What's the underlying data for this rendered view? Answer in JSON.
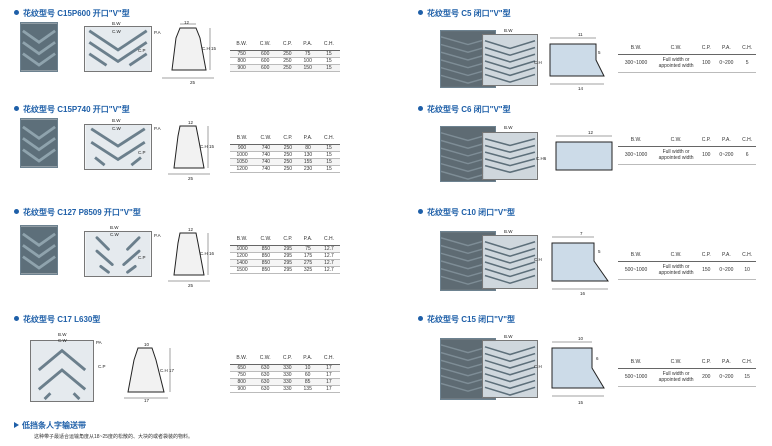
{
  "left_sections": [
    {
      "title": "花纹型号 C15P600  开口\"V\"型",
      "profile": {
        "top": "12",
        "height": "C.H  15",
        "bottom": "25"
      },
      "drawing_labels": [
        "B.W",
        "C.W",
        "P.A",
        "C.P"
      ],
      "headers": [
        "B.W.",
        "C.W.",
        "C.P.",
        "P.A.",
        "C.H."
      ],
      "rows": [
        [
          "750",
          "600",
          "250",
          "75",
          "15"
        ],
        [
          "800",
          "600",
          "250",
          "100",
          "15"
        ],
        [
          "900",
          "600",
          "250",
          "150",
          "15"
        ]
      ]
    },
    {
      "title": "花纹型号 C15P740  开口\"V\"型",
      "profile": {
        "top": "12",
        "height": "C.H  15",
        "bottom": "25"
      },
      "drawing_labels": [
        "B.W",
        "C.W",
        "P.A",
        "C.P"
      ],
      "headers": [
        "B.W.",
        "C.W.",
        "C.P.",
        "P.A.",
        "C.H."
      ],
      "rows": [
        [
          "900",
          "740",
          "250",
          "80",
          "15"
        ],
        [
          "1000",
          "740",
          "250",
          "130",
          "15"
        ],
        [
          "1050",
          "740",
          "250",
          "155",
          "15"
        ],
        [
          "1200",
          "740",
          "250",
          "230",
          "15"
        ]
      ]
    },
    {
      "title": "花纹型号 C127 P8509 开口\"V\"型",
      "profile": {
        "top": "12",
        "height": "C.H  16",
        "bottom": "25"
      },
      "drawing_labels": [
        "B.W",
        "C.W",
        "P.A",
        "C.P"
      ],
      "headers": [
        "B.W.",
        "C.W.",
        "C.P.",
        "P.A.",
        "C.H."
      ],
      "rows": [
        [
          "1000",
          "850",
          "295",
          "75",
          "12.7"
        ],
        [
          "1200",
          "850",
          "295",
          "175",
          "12.7"
        ],
        [
          "1400",
          "850",
          "295",
          "275",
          "12.7"
        ],
        [
          "1500",
          "850",
          "295",
          "325",
          "12.7"
        ]
      ]
    },
    {
      "title": "花纹型号 C17 L630型",
      "profile": {
        "top": "10",
        "height": "C.H  17",
        "bottom": "17"
      },
      "drawing_labels": [
        "B.W",
        "C.W",
        "PA",
        "C.P"
      ],
      "headers": [
        "B.W.",
        "C.W.",
        "C.P.",
        "P.A.",
        "C.H."
      ],
      "rows": [
        [
          "650",
          "630",
          "330",
          "10",
          "17"
        ],
        [
          "750",
          "630",
          "330",
          "60",
          "17"
        ],
        [
          "800",
          "630",
          "330",
          "85",
          "17"
        ],
        [
          "900",
          "630",
          "330",
          "135",
          "17"
        ]
      ]
    }
  ],
  "right_sections": [
    {
      "title": "花纹型号  C5 闭口\"V\"型",
      "dims": {
        "top": "11",
        "side": "C.H",
        "small": "5",
        "bottom": "14"
      },
      "drawing_label": "B.W",
      "headers": [
        "B.W.",
        "C.W.",
        "C.P.",
        "P.A.",
        "C.H."
      ],
      "row": [
        "300~1000",
        "Full width or appointed width",
        "100",
        "0~200",
        "5"
      ]
    },
    {
      "title": "花纹型号  C6 闭口\"V\"型",
      "dims": {
        "top": "12",
        "side": "C.H6",
        "small": "",
        "bottom": ""
      },
      "drawing_label": "B.W",
      "headers": [
        "B.W.",
        "C.W.",
        "C.P.",
        "P.A.",
        "C.H."
      ],
      "row": [
        "300~1000",
        "Full width or appointed width",
        "100",
        "0~200",
        "6"
      ]
    },
    {
      "title": "花纹型号  C10 闭口\"V\"型",
      "dims": {
        "top": "7",
        "side": "C.H",
        "small": "5",
        "bottom": "16"
      },
      "drawing_label": "B.W",
      "headers": [
        "B.W.",
        "C.W.",
        "C.P.",
        "P.A.",
        "C.H."
      ],
      "row": [
        "500~1000",
        "Full width or appointed width",
        "150",
        "0~200",
        "10"
      ]
    },
    {
      "title": "花纹型号  C15 闭口\"V\"型",
      "dims": {
        "top": "10",
        "side": "C.H",
        "small": "6",
        "bottom": "15"
      },
      "drawing_label": "B.W",
      "headers": [
        "B.W.",
        "C.W.",
        "C.P.",
        "P.A.",
        "C.H."
      ],
      "row": [
        "500~1000",
        "Full width or appointed width",
        "200",
        "0~200",
        "15"
      ]
    }
  ],
  "footer": {
    "title": "低挡条人字输送带",
    "note": "这种带子最适合运输角度从18~25度的松散的、大块的或者袋装的物料。"
  }
}
